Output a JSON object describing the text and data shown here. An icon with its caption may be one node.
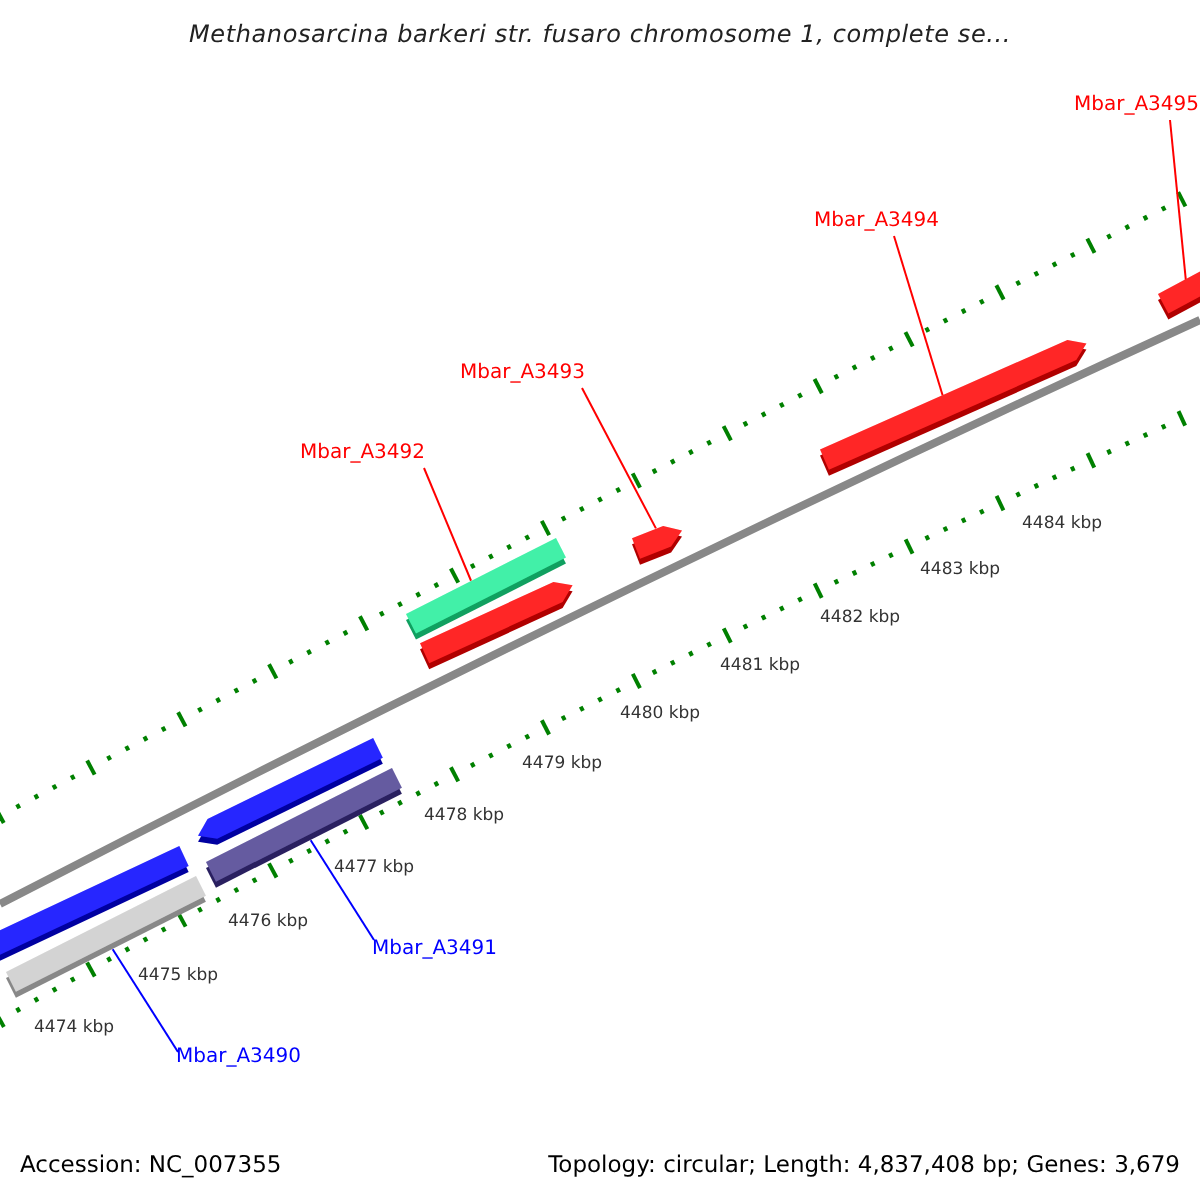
{
  "diagram": {
    "title": "Methanosarcina barkeri str. fusaro chromosome 1, complete se...",
    "nodes": [
      {
        "text": [
          "Mbar_A3495"
        ]
      },
      {
        "text": [
          "Mbar_A3494"
        ]
      },
      {
        "text": [
          "Mbar_A3493"
        ]
      },
      {
        "text": [
          "Mbar_A3492"
        ]
      },
      {
        "text": [],
        "shape": "bar"
      },
      {
        "text": [],
        "shape": "bar"
      },
      {
        "text": [],
        "shape": "bar"
      },
      {
        "text": [],
        "shape": "bar"
      },
      {
        "text": [],
        "shape": "bar"
      },
      {
        "text": [],
        "shape": "bar"
      },
      {
        "text": [],
        "shape": "bar"
      },
      {
        "text": [],
        "shape": "bar"
      },
      {
        "text": [],
        "shape": "bar"
      },
      {
        "text": [
          "Mbar_A3491"
        ]
      },
      {
        "text": [
          "Mbar_A3490"
        ]
      }
    ],
    "edges": [
      {
        "from": 0,
        "to": 4,
        "arrow": "none"
      },
      {
        "from": 1,
        "to": 5,
        "arrow": "none"
      },
      {
        "from": 2,
        "to": 6,
        "arrow": "none"
      },
      {
        "from": 3,
        "to": 7,
        "arrow": "none"
      },
      {
        "from": 13,
        "to": 11,
        "arrow": "none",
        "color": "#0000ff"
      },
      {
        "from": 14,
        "to": 12,
        "arrow": "none",
        "color": "#0000ff"
      }
    ],
    "labels": [
      "4484 kbp",
      "4483 kbp",
      "4482 kbp",
      "4481 kbp",
      "4480 kbp",
      "4479 kbp",
      "4478 kbp",
      "4477 kbp",
      "4476 kbp",
      "4475 kbp",
      "4474 kbp",
      "Accession: NC_007355",
      "Topology: circular; Length: 4,837,408 bp; Genes: 3,679"
    ]
  }
}
